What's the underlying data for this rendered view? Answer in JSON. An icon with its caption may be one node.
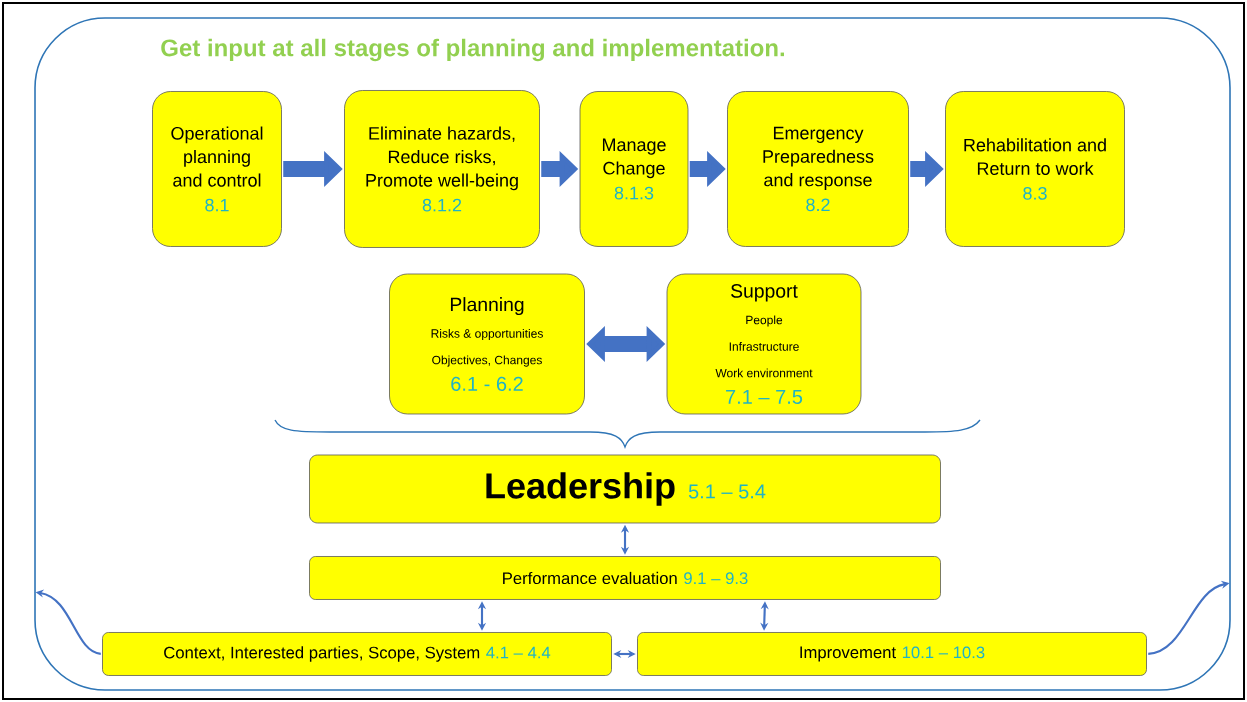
{
  "diagram": {
    "title": "Get input at all stages of planning and implementation.",
    "nodes": [
      {
        "text": [],
        "shape": "box"
      },
      {
        "text": [
          "Operational planning and control",
          "8.1"
        ],
        "in": 0
      },
      {
        "text": [
          "Eliminate hazards, Reduce risks, Promote well-being",
          "8.1.2"
        ],
        "in": 0
      },
      {
        "text": [
          "Manage Change",
          "8.1.3"
        ],
        "in": 0
      },
      {
        "text": [
          "Emergency Preparedness and response",
          "8.2"
        ],
        "in": 0
      },
      {
        "text": [
          "Rehabilitation and Return to work",
          "8.3"
        ],
        "in": 0
      },
      {
        "text": [
          "Planning",
          "Risks & opportunities",
          "Objectives, Changes",
          "6.1 - 6.2"
        ],
        "in": 0
      },
      {
        "text": [
          "Support",
          "People",
          "Infrastructure",
          "Work environment",
          "7.1 – 7.5"
        ],
        "in": 0
      },
      {
        "text": [
          "Leadership",
          "5.1 – 5.4"
        ],
        "in": 0
      },
      {
        "text": [
          "Performance evaluation",
          "9.1 – 9.3"
        ],
        "in": 0
      },
      {
        "text": [
          "Context, Interested parties, Scope, System",
          "4.1 – 4.4"
        ],
        "in": 0
      },
      {
        "text": [
          "Improvement",
          "10.1 – 10.3"
        ],
        "in": 0
      }
    ],
    "edges": [
      {
        "from": 1,
        "to": 2,
        "arrow": "to",
        "style": "thick"
      },
      {
        "from": 2,
        "to": 3,
        "arrow": "to",
        "style": "thick"
      },
      {
        "from": 3,
        "to": 4,
        "arrow": "to",
        "style": "thick"
      },
      {
        "from": 4,
        "to": 5,
        "arrow": "to",
        "style": "thick"
      },
      {
        "from": 6,
        "to": 7,
        "arrow": "both",
        "style": "thick"
      },
      {
        "from": 8,
        "to": 9,
        "arrow": "both"
      },
      {
        "from": 9,
        "to": 10,
        "arrow": "both"
      },
      {
        "from": 9,
        "to": 11,
        "arrow": "both"
      },
      {
        "from": 10,
        "to": 11,
        "arrow": "both"
      },
      {
        "from": 10,
        "to": 0,
        "arrow": "to"
      },
      {
        "from": 11,
        "to": 0,
        "arrow": "to"
      }
    ]
  }
}
